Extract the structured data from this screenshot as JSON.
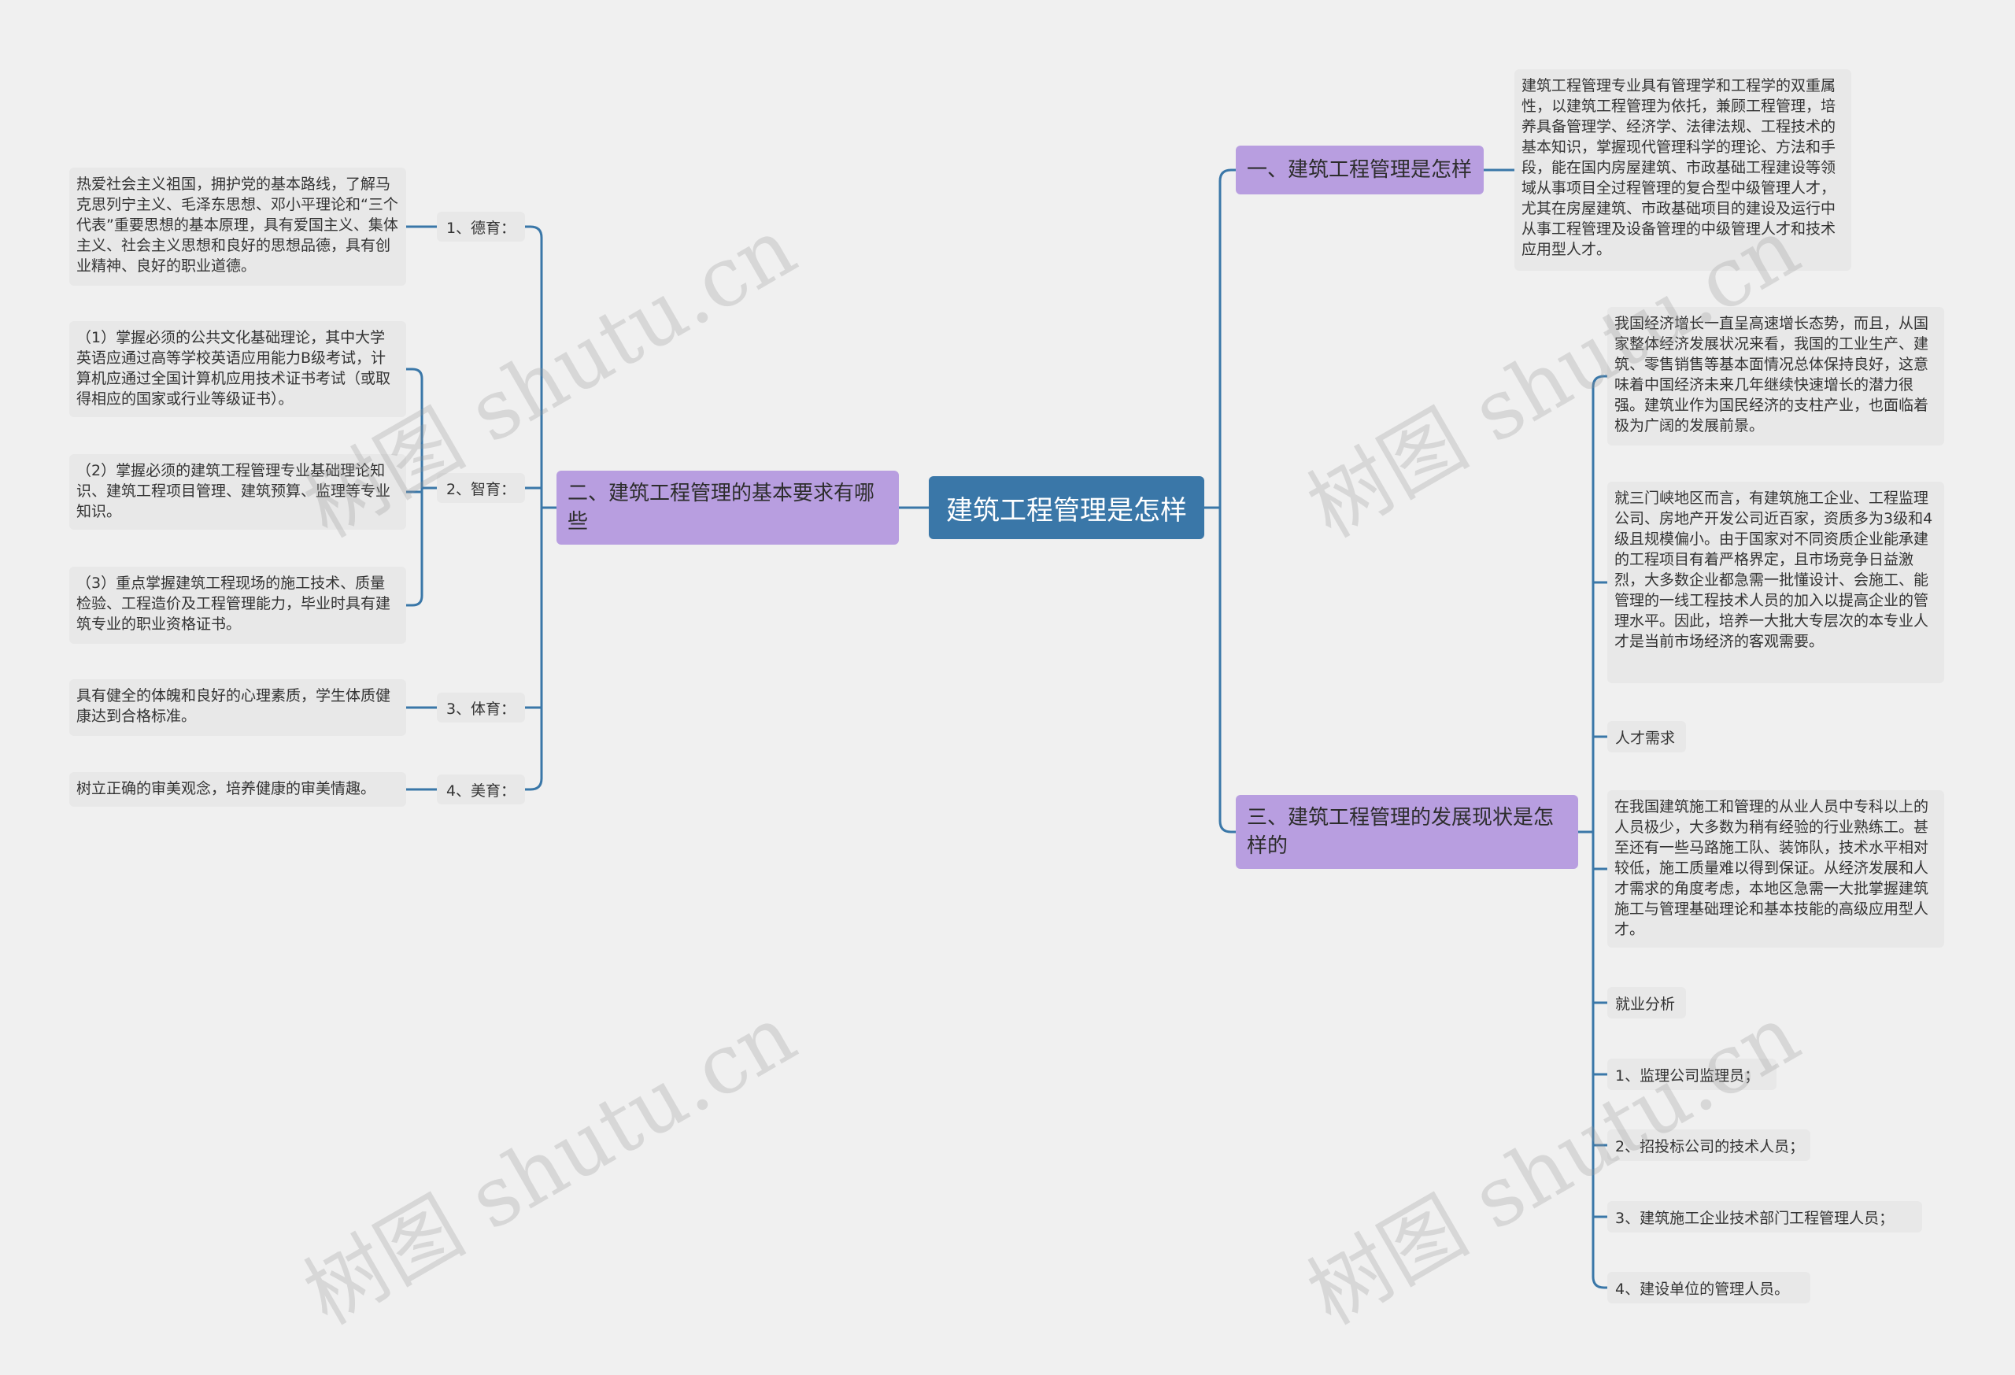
{
  "root": {
    "title": "建筑工程管理是怎样"
  },
  "left": {
    "branch2": {
      "title": "二、建筑工程管理的基本要求有哪些",
      "items": [
        {
          "label": "1、德育：",
          "details": [
            "热爱社会主义祖国，拥护党的基本路线，了解马克思列宁主义、毛泽东思想、邓小平理论和“三个代表”重要思想的基本原理，具有爱国主义、集体主义、社会主义思想和良好的思想品德，具有创业精神、良好的职业道德。"
          ]
        },
        {
          "label": "2、智育：",
          "details": [
            "（1）掌握必须的公共文化基础理论，其中大学英语应通过高等学校英语应用能力B级考试，计算机应通过全国计算机应用技术证书考试（或取得相应的国家或行业等级证书）。",
            "（2）掌握必须的建筑工程管理专业基础理论知识、建筑工程项目管理、建筑预算、监理等专业知识。",
            "（3）重点掌握建筑工程现场的施工技术、质量检验、工程造价及工程管理能力，毕业时具有建筑专业的职业资格证书。"
          ]
        },
        {
          "label": "3、体育：",
          "details": [
            "具有健全的体魄和良好的心理素质，学生体质健康达到合格标准。"
          ]
        },
        {
          "label": "4、美育：",
          "details": [
            "树立正确的审美观念，培养健康的审美情趣。"
          ]
        }
      ]
    }
  },
  "right": {
    "branch1": {
      "title": "一、建筑工程管理是怎样",
      "detail": "建筑工程管理专业具有管理学和工程学的双重属性，以建筑工程管理为依托，兼顾工程管理，培养具备管理学、经济学、法律法规、工程技术的基本知识，掌握现代管理科学的理论、方法和手段，能在国内房屋建筑、市政基础工程建设等领域从事项目全过程管理的复合型中级管理人才，尤其在房屋建筑、市政基础项目的建设及运行中从事工程管理及设备管理的中级管理人才和技术应用型人才。"
    },
    "branch3": {
      "title": "三、建筑工程管理的发展现状是怎样的",
      "children": [
        "我国经济增长一直呈高速增长态势，而且，从国家整体经济发展状况来看，我国的工业生产、建筑、零售销售等基本面情况总体保持良好，这意味着中国经济未来几年继续快速增长的潜力很强。建筑业作为国民经济的支柱产业，也面临着极为广阔的发展前景。",
        "就三门峡地区而言，有建筑施工企业、工程监理公司、房地产开发公司近百家，资质多为3级和4级且规模偏小。由于国家对不同资质企业能承建的工程项目有着严格界定，且市场竞争日益激烈，大多数企业都急需一批懂设计、会施工、能管理的一线工程技术人员的加入以提高企业的管理水平。因此，培养一大批大专层次的本专业人才是当前市场经济的客观需要。",
        "人才需求",
        "在我国建筑施工和管理的从业人员中专科以上的人员极少，大多数为稍有经验的行业熟练工。甚至还有一些马路施工队、装饰队，技术水平相对较低，施工质量难以得到保证。从经济发展和人才需求的角度考虑，本地区急需一大批掌握建筑施工与管理基础理论和基本技能的高级应用型人才。",
        "就业分析",
        "1、监理公司监理员；",
        "2、招投标公司的技术人员；",
        "3、建筑施工企业技术部门工程管理人员；",
        "4、建设单位的管理人员。"
      ]
    }
  },
  "watermark": "树图 shutu.cn",
  "colors": {
    "root": "#3a77a8",
    "branch": "#b89ee0",
    "leaf": "#e8e8e8",
    "line": "#3a77a8"
  }
}
